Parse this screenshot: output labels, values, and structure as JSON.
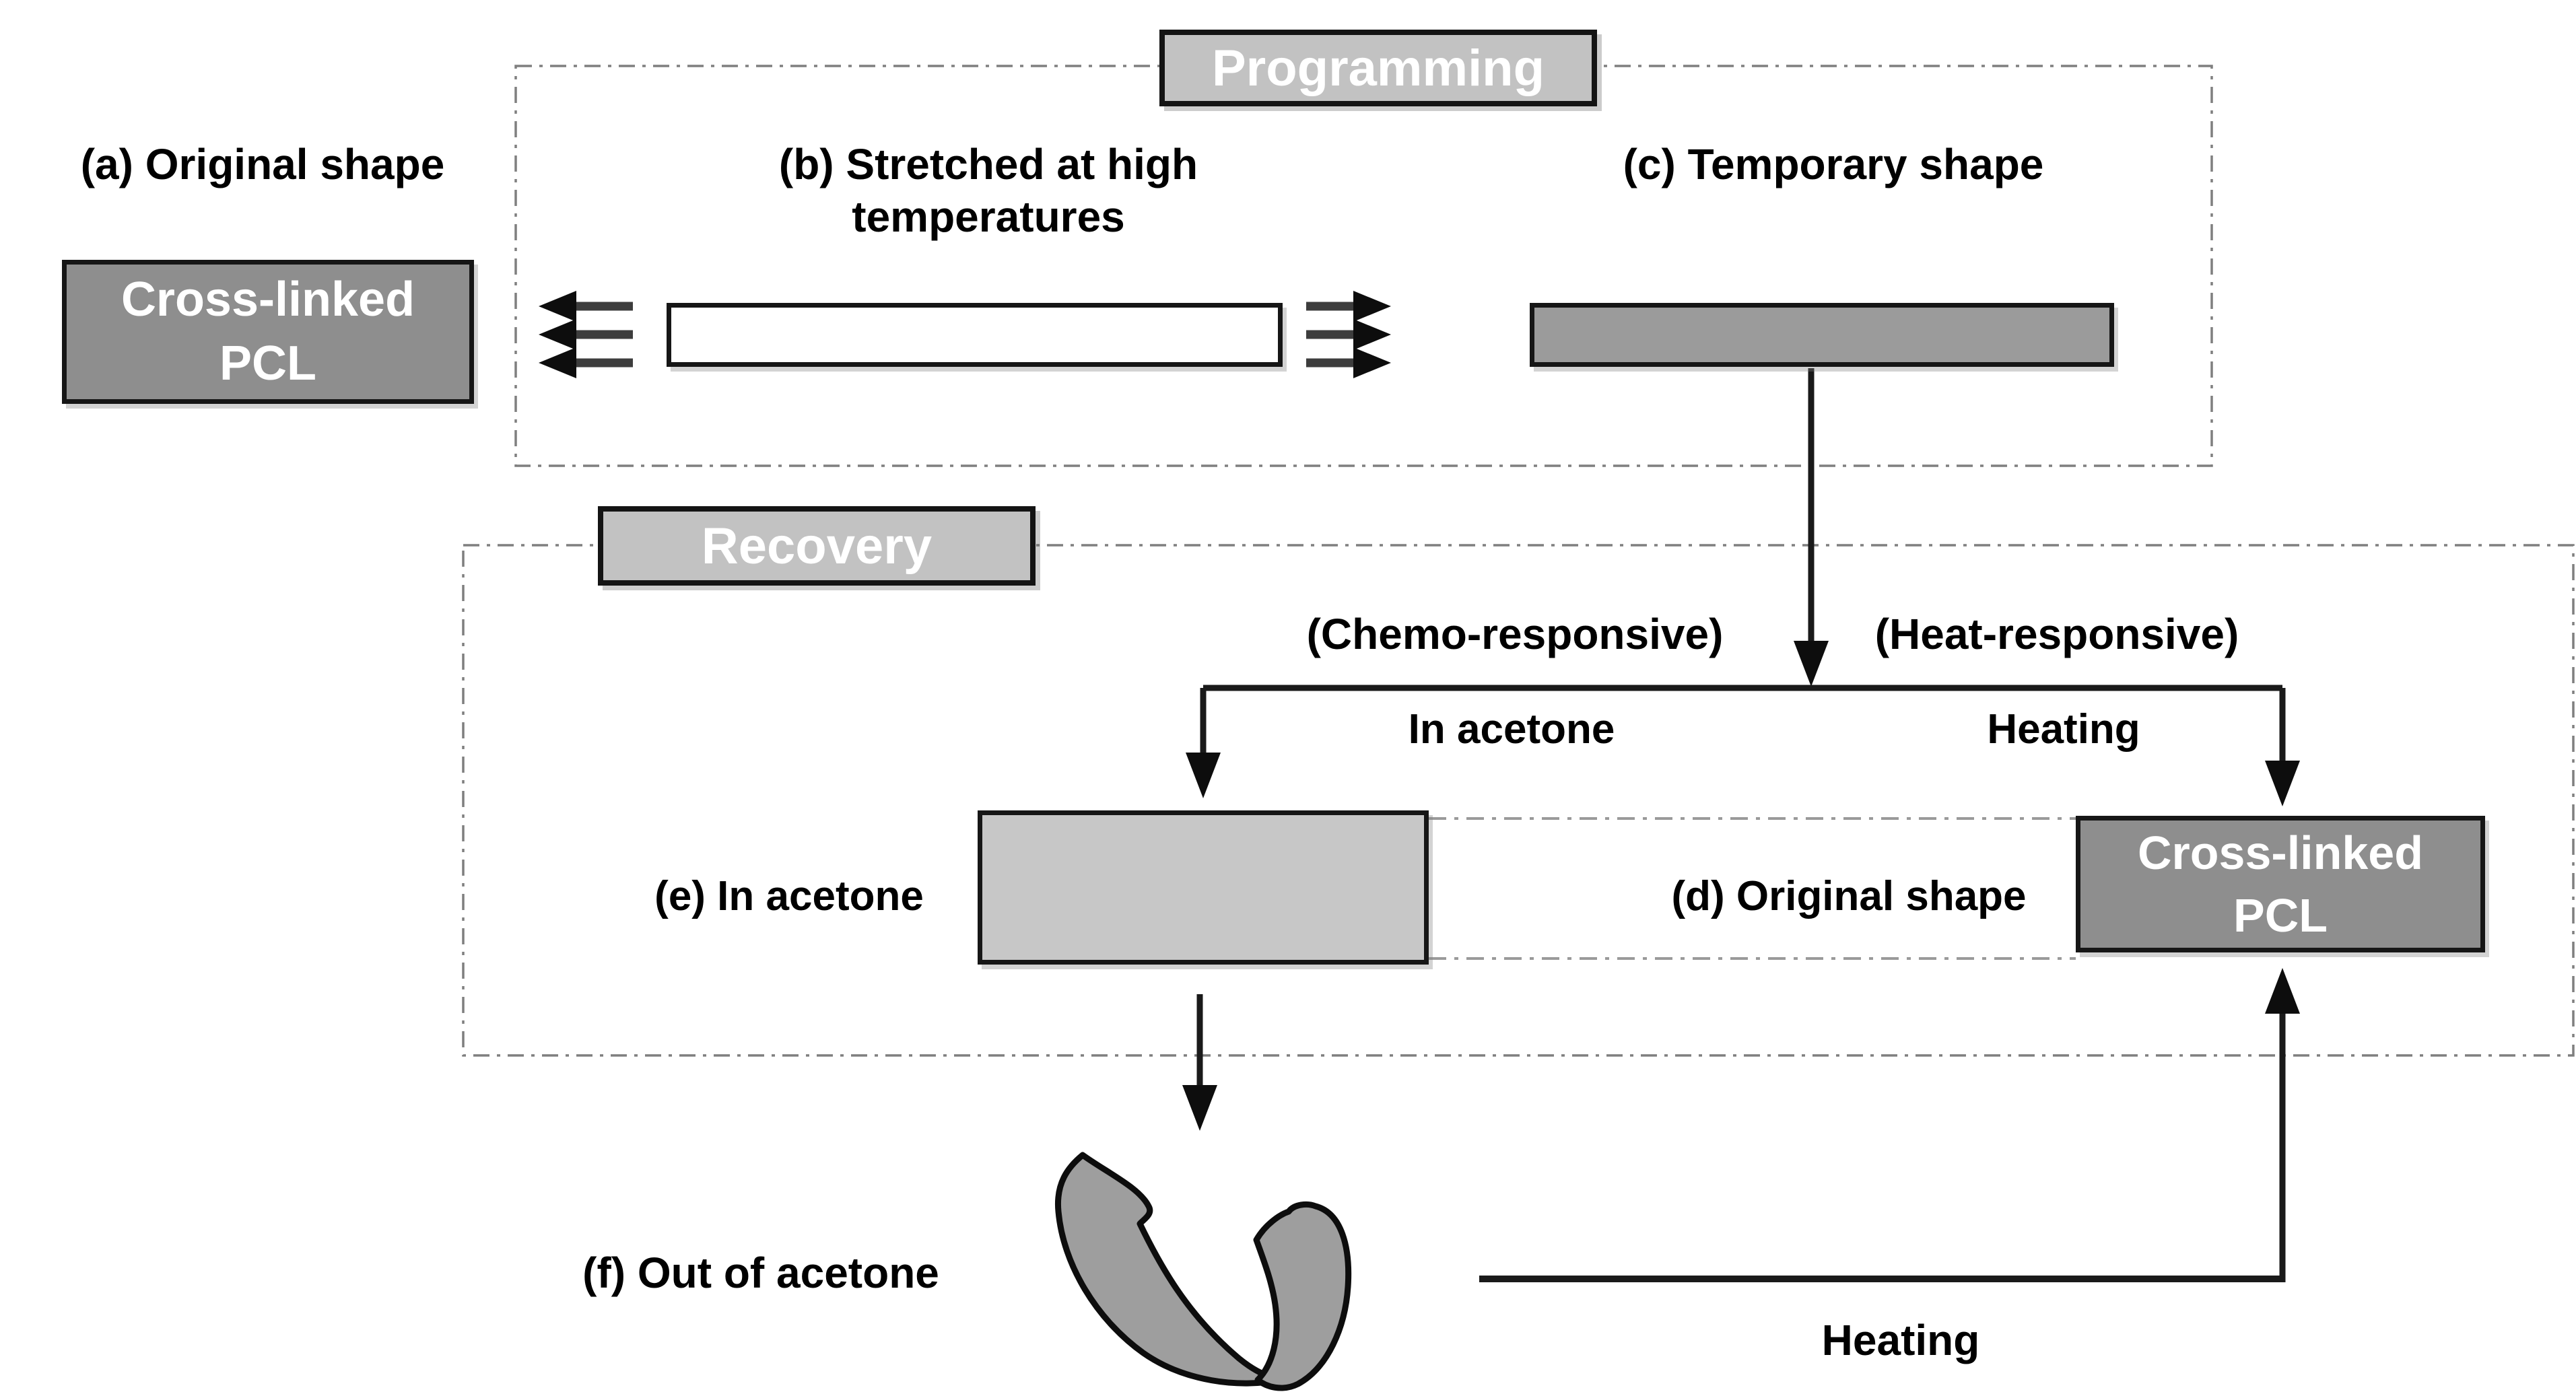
{
  "figure": {
    "regions": {
      "programming": {
        "label": "Programming"
      },
      "recovery": {
        "label": "Recovery"
      }
    },
    "steps": {
      "a": {
        "label": "(a) Original shape",
        "box_line1": "Cross-linked",
        "box_line2": "PCL"
      },
      "b": {
        "label_line1": "(b) Stretched at high",
        "label_line2": "temperatures"
      },
      "c": {
        "label": "(c) Temporary shape"
      },
      "d": {
        "label": "(d) Original shape",
        "box_line1": "Cross-linked",
        "box_line2": "PCL"
      },
      "e": {
        "label": "(e) In acetone"
      },
      "f": {
        "label": "(f) Out of acetone"
      }
    },
    "branches": {
      "chemo_label": "(Chemo-responsive)",
      "heat_label": "(Heat-responsive)",
      "chemo_action": "In acetone",
      "heat_action": "Heating",
      "bottom_heating": "Heating"
    },
    "colors": {
      "pcl_box_fill": "#8e8e8e",
      "temporary_box_fill": "#9b9b9b",
      "acetone_box_fill": "#c7c7c7",
      "region_label_fill": "#c2c2c2",
      "stretched_box_fill": "#ffffff",
      "curl_fill": "#9e9e9e",
      "line_color": "#1a1a1a",
      "dashed_border_color": "#7f7f7f",
      "box_text_color": "#ffffff",
      "text_color": "#000000"
    }
  }
}
